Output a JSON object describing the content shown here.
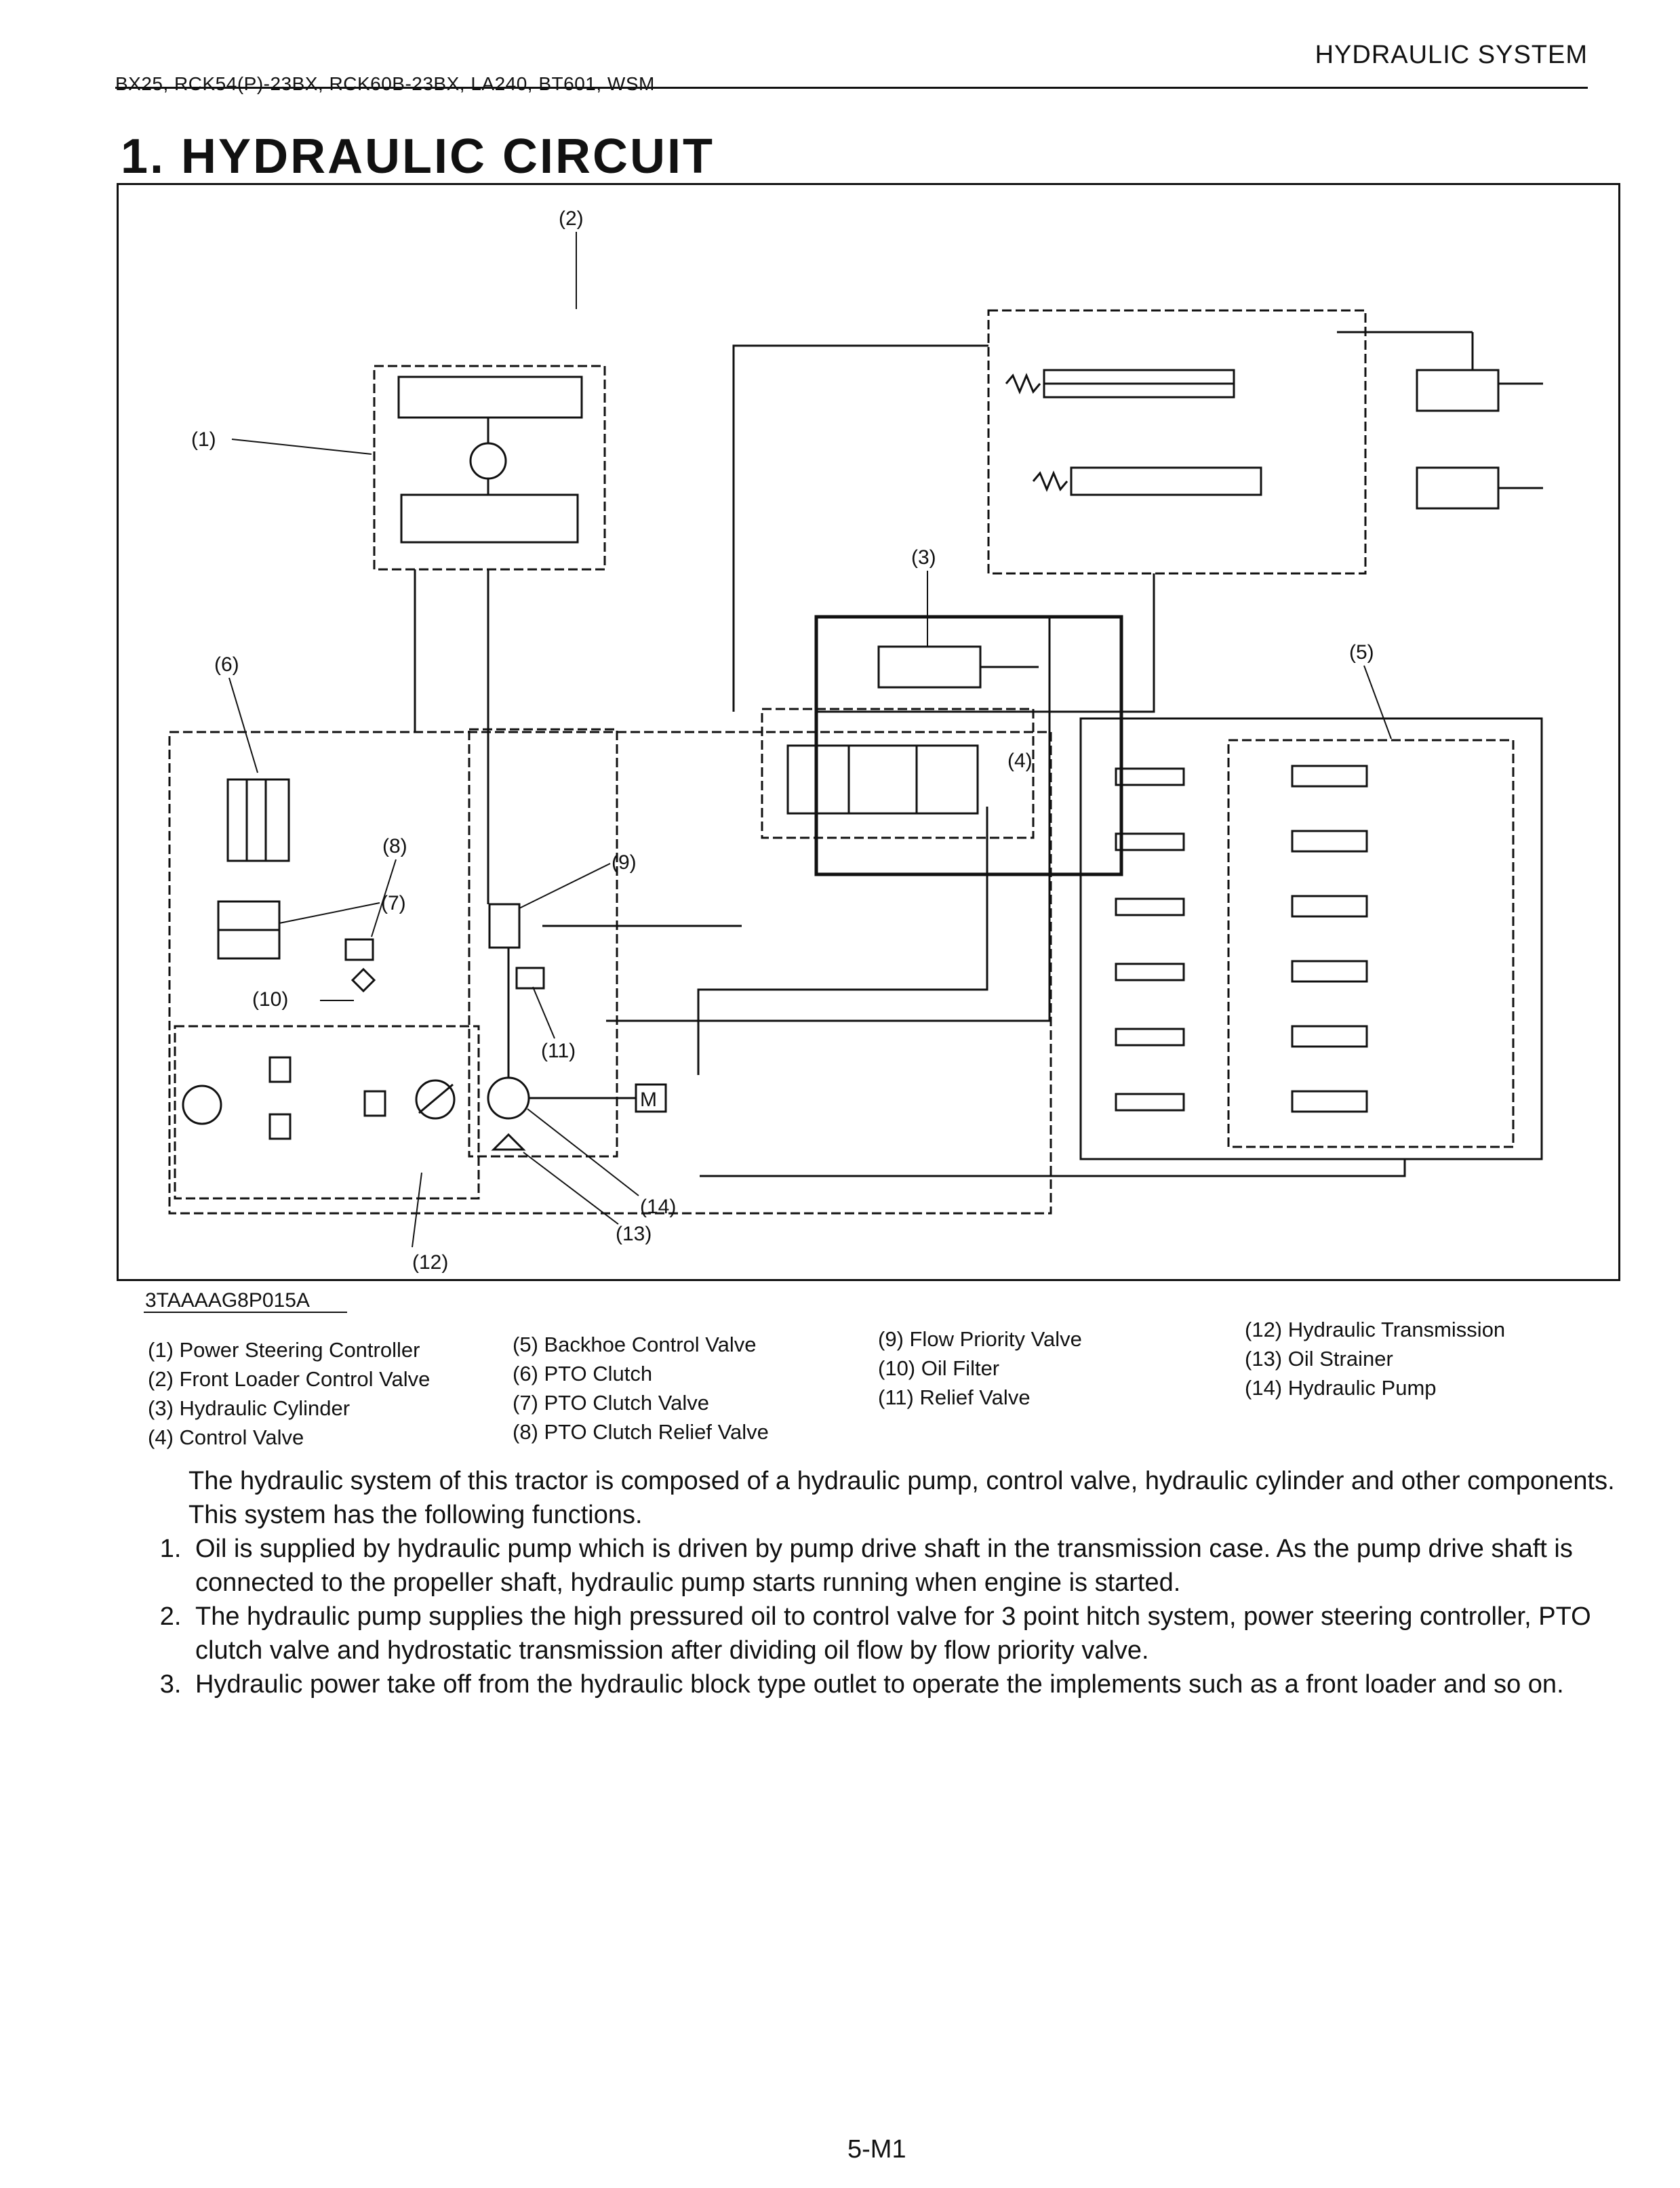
{
  "header": {
    "models": "BX25, RCK54(P)-23BX, RCK60B-23BX, LA240, BT601, WSM",
    "section": "HYDRAULIC SYSTEM"
  },
  "title": "1. HYDRAULIC CIRCUIT",
  "diagram": {
    "figure_code": "3TAAAAG8P015A",
    "callouts": [
      "(1)",
      "(2)",
      "(3)",
      "(4)",
      "(5)",
      "(6)",
      "(7)",
      "(8)",
      "(9)",
      "(10)",
      "(11)",
      "(12)",
      "(13)",
      "(14)"
    ],
    "motor_label": "M"
  },
  "legend": [
    [
      "(1) Power Steering Controller",
      "(2) Front Loader Control Valve",
      "(3) Hydraulic Cylinder",
      "(4) Control Valve"
    ],
    [
      "(5) Backhoe Control Valve",
      "(6) PTO Clutch",
      "(7) PTO Clutch Valve",
      "(8) PTO Clutch Relief Valve"
    ],
    [
      "(9) Flow Priority Valve",
      "(10) Oil Filter",
      "(11) Relief Valve"
    ],
    [
      "(12) Hydraulic Transmission",
      "(13) Oil Strainer",
      "(14) Hydraulic Pump"
    ]
  ],
  "body": {
    "intro": "The hydraulic system of this tractor is composed of a hydraulic pump, control valve, hydraulic cylinder and other components.",
    "functions_lead": "This system has the following functions.",
    "functions": [
      "Oil is supplied by hydraulic pump which is driven by pump drive shaft in the transmission case. As the pump drive shaft is connected to the propeller shaft, hydraulic pump starts running when engine is started.",
      "The hydraulic pump supplies the high pressured oil to control valve for 3 point hitch system, power steering controller, PTO clutch valve and hydrostatic transmission after dividing oil flow by flow priority valve.",
      "Hydraulic power take off from the hydraulic block type outlet to operate the implements such as a front loader and so on."
    ]
  },
  "page_number": "5-M1"
}
